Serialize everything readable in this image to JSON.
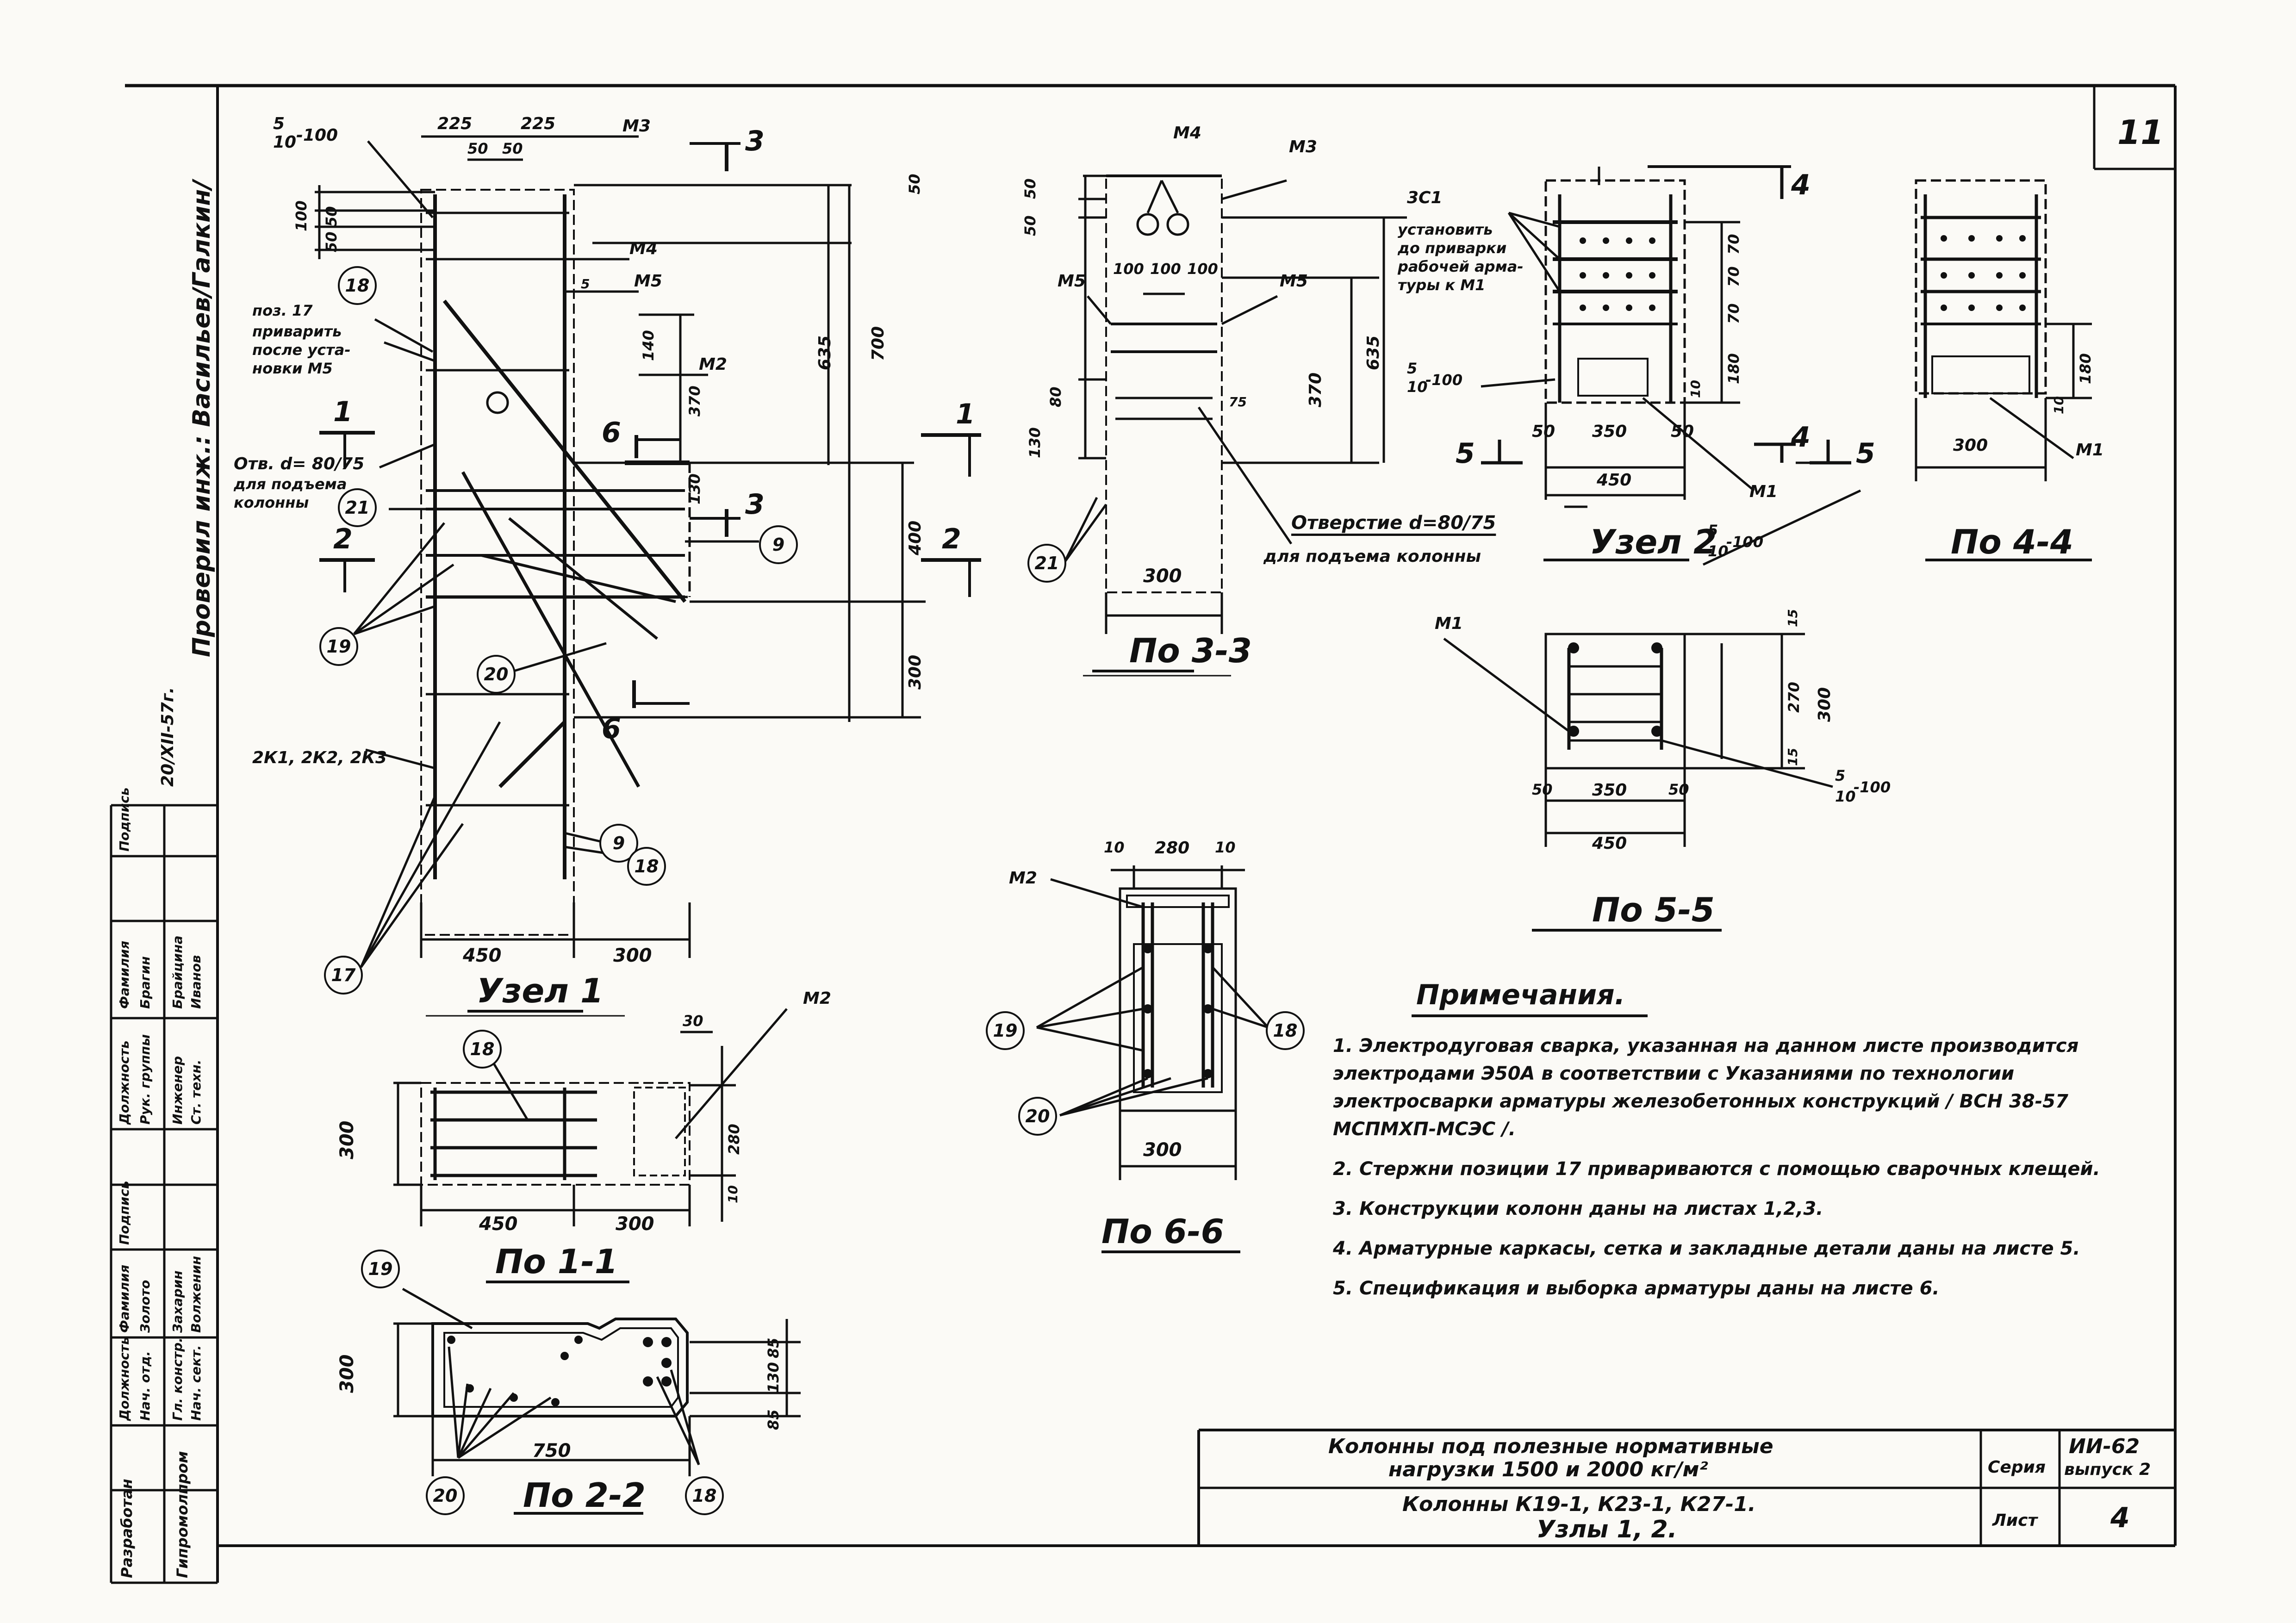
{
  "sheet": {
    "page_corner": "11",
    "checked_by": "Проверил инж.: Васильев/Галкин/",
    "signature_date": "20/XII-57г."
  },
  "node1": {
    "title": "Узел 1",
    "dims_top": [
      "225",
      "225",
      "50",
      "50"
    ],
    "dims_left": [
      "100",
      "50",
      "50"
    ],
    "dims_right": [
      "50",
      "635",
      "700",
      "140",
      "370",
      "130",
      "400",
      "300"
    ],
    "dims_bottom": [
      "450",
      "300"
    ],
    "stirrup_label_num": "5",
    "stirrup_label_den": "10",
    "stirrup_label_suffix": "-100",
    "five": "5",
    "labels": {
      "m3": "М3",
      "m4": "М4",
      "m5": "М5",
      "m2": "М2",
      "pos17_line1": "поз. 17",
      "pos17_line2": "приварить",
      "pos17_line3": "после уста-",
      "pos17_line4": "новки М5",
      "hole_line1": "Отв. d= 80/75",
      "hole_line2": "для подъема",
      "hole_line3": "колонны",
      "kk": "2К1, 2К2, 2К3"
    },
    "section_marks": [
      "1",
      "1",
      "2",
      "2",
      "3",
      "3",
      "6",
      "6"
    ],
    "callouts": [
      "18",
      "21",
      "9",
      "19",
      "20",
      "9",
      "18",
      "17"
    ]
  },
  "sec33": {
    "title": "По 3-3",
    "dims_top": [
      "100",
      "100",
      "100"
    ],
    "dims_left": [
      "50",
      "50",
      "80",
      "130"
    ],
    "dims_right": [
      "370",
      "635",
      "75"
    ],
    "dim_bottom": "300",
    "labels": {
      "m4": "М4",
      "m3": "М3",
      "m5a": "М5",
      "m5b": "М5"
    },
    "hole_line1": "Отверстие d=80/75",
    "hole_line2": "для подъема колонны",
    "callout": "21"
  },
  "node2": {
    "title": "Узел 2",
    "labels": {
      "zs1": "3С1",
      "note1": "установить",
      "note2": "до приварки",
      "note3": "рабочей арма-",
      "note4": "туры к М1",
      "m1": "М1"
    },
    "dims_right": [
      "70",
      "70",
      "70",
      "180",
      "10"
    ],
    "dims_bottom": [
      "50",
      "350",
      "50"
    ],
    "dim_total": "450",
    "stirrup_num": "5",
    "stirrup_den": "10",
    "stirrup_suffix": "-100",
    "section_marks": [
      "4",
      "4",
      "5",
      "5"
    ]
  },
  "sec44": {
    "title": "По 4-4",
    "dims": [
      "180",
      "10",
      "300"
    ],
    "m1": "М1"
  },
  "sec55": {
    "title": "По 5-5",
    "m1": "М1",
    "dims_right": [
      "15",
      "270",
      "15",
      "300"
    ],
    "dims_bottom": [
      "50",
      "350",
      "50"
    ],
    "dim_total": "450",
    "stirrup_num": "5",
    "stirrup_den": "10",
    "stirrup_suffix": "-100"
  },
  "sec66": {
    "title": "По 6-6",
    "dims_top": [
      "10",
      "280",
      "10"
    ],
    "dim_bottom": "300",
    "m2": "М2",
    "callouts": [
      "19",
      "18",
      "20"
    ]
  },
  "sec11": {
    "title": "По 1-1",
    "dims_bottom": [
      "450",
      "300"
    ],
    "dim_left": "300",
    "dims_right": [
      "30",
      "280",
      "10"
    ],
    "m2": "М2",
    "callout": "18"
  },
  "sec22": {
    "title": "По 2-2",
    "dim_left": "300",
    "dims_right": [
      "85",
      "130",
      "85"
    ],
    "dim_bottom": "750",
    "callouts": [
      "19",
      "20",
      "18"
    ]
  },
  "notes": {
    "title": "Примечания.",
    "items": [
      "1. Электродуговая сварка, указанная на данном листе производится электродами Э50А в соответствии с Указаниями по технологии электросварки арматуры железобетонных конструкций / ВСН 38-57 МСПМХП-МСЭС /.",
      "2. Стержни позиции 17 привариваются с помощью сварочных клещей.",
      "3. Конструкции колонн даны на листах 1,2,3.",
      "4. Арматурные каркасы, сетка и закладные детали даны на листе 5.",
      "5. Спецификация и выборка арматуры даны на листе 6."
    ]
  },
  "title_block": {
    "description_line1": "Колонны под полезные нормативные",
    "description_line2": "нагрузки 1500 и 2000 кг/м²",
    "sheet_title_line1": "Колонны К19-1, К23-1, К27-1.",
    "sheet_title_line2": "Узлы 1, 2.",
    "series_label": "Серия",
    "series_value_line1": "ИИ-62",
    "series_value_line2": "выпуск 2",
    "sheet_label": "Лист",
    "sheet_value": "4"
  },
  "stamp": {
    "header": [
      "Должность",
      "Фамилия",
      "Подпись",
      "Должность",
      "Фамилия",
      "Подпись"
    ],
    "rows": [
      [
        "Рук. группы",
        "Брагин",
        "",
        "Инженер",
        "Брайцина",
        ""
      ],
      [
        "Нач. отд.",
        "Золото",
        "",
        "Ст. техн.",
        "Иванов",
        ""
      ],
      [
        "Гл. констр.",
        "Захарин",
        "",
        "",
        "",
        ""
      ],
      [
        "Нач. сект.",
        "Волженин",
        "",
        "",
        "",
        ""
      ]
    ],
    "org_a": "Разработан",
    "org_b": "Гипромолпром"
  }
}
